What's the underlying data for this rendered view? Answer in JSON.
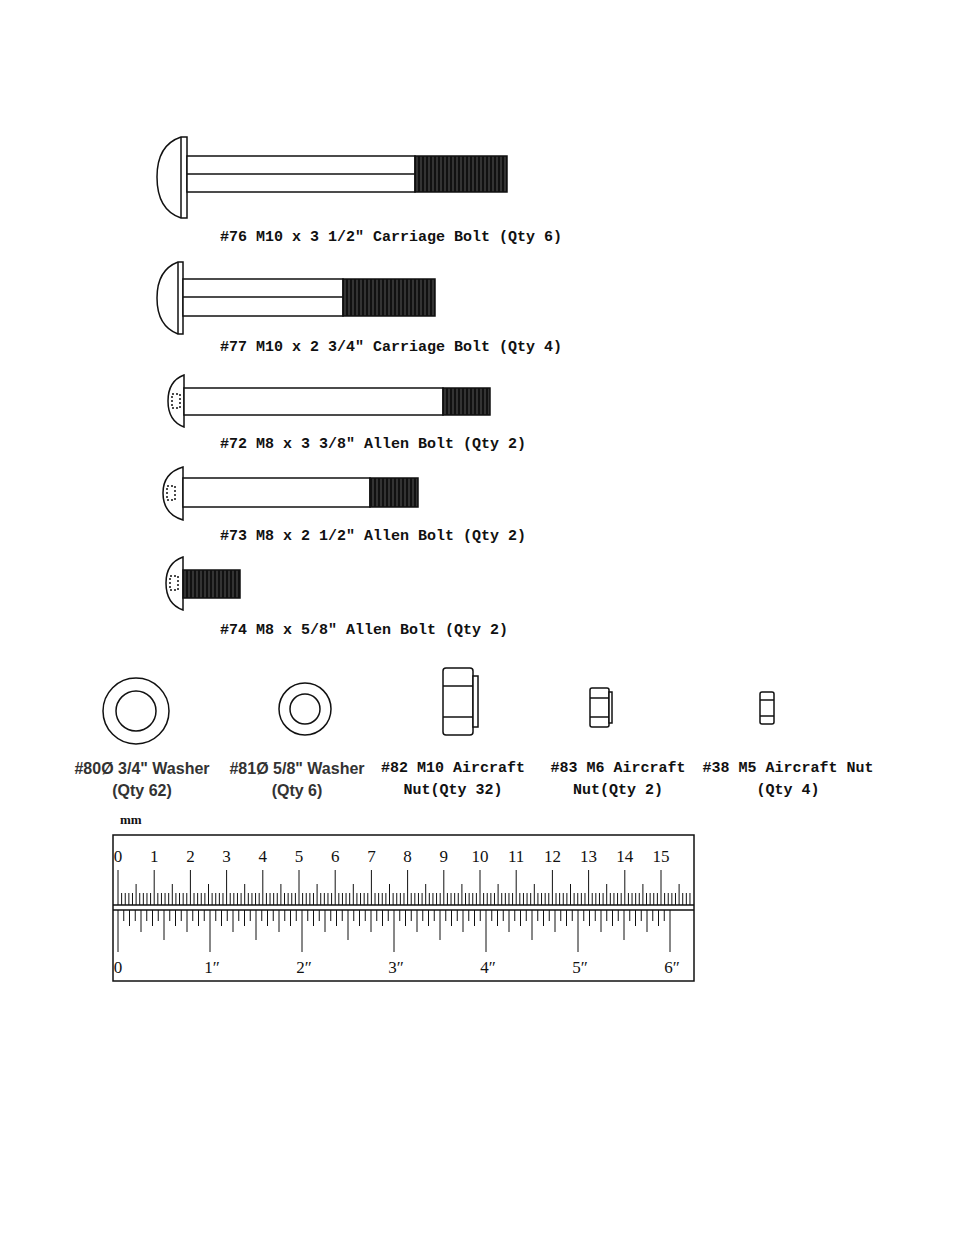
{
  "diagram": {
    "labels": [
      "#76 M10 x 3 1/2″ Carriage Bolt (Qty 6)",
      "#77 M10 x 2 3/4″ Carriage Bolt (Qty 4)",
      "#72 M8 x 3 3/8″ Allen Bolt (Qty 2)",
      "#73 M8 x 2 1/2″ Allen Bolt (Qty 2)",
      "#74 M8 x 5/8″ Allen Bolt (Qty 2)",
      "#80Ø 3/4\" Washer (Qty 62)",
      "#81Ø 5/8\" Washer (Qty 6)",
      "#82 M10 Aircraft Nut(Qty 32)",
      "#83 M6 Aircraft Nut(Qty 2)",
      "#38 M5 Aircraft Nut (Qty 4)",
      "mm",
      "0",
      "1",
      "2",
      "3",
      "4",
      "5",
      "6",
      "7",
      "8",
      "9",
      "10",
      "11",
      "12",
      "13",
      "14",
      "15",
      "0",
      "1″",
      "2″",
      "3″",
      "4″",
      "5″",
      "6″"
    ]
  }
}
